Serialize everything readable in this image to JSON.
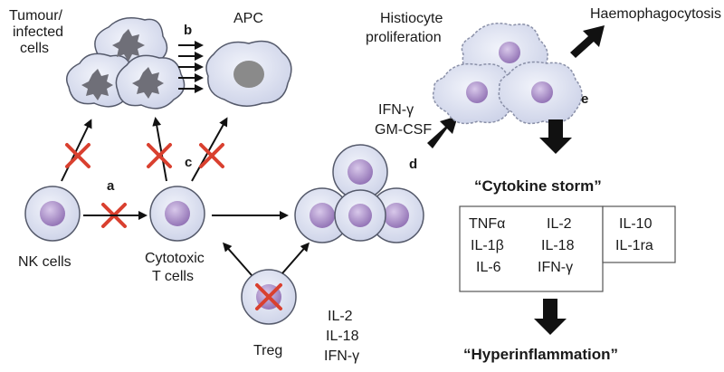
{
  "labels": {
    "tumour_line1": "Tumour/",
    "tumour_line2": "infected",
    "tumour_line3": "cells",
    "apc": "APC",
    "histiocyte_line1": "Histiocyte",
    "histiocyte_line2": "proliferation",
    "haemophagocytosis": "Haemophagocytosis",
    "nk_cells": "NK cells",
    "ctl_line1": "Cytotoxic",
    "ctl_line2": "T cells",
    "treg": "Treg",
    "ifn_gamma": "IFN-γ",
    "gm_csf": "GM-CSF",
    "cytokine_storm": "“Cytokine storm”",
    "hyperinflammation": "“Hyperinflammation”"
  },
  "step_letters": {
    "a": "a",
    "b": "b",
    "c": "c",
    "d": "d",
    "e": "e"
  },
  "treg_cytokines": [
    "IL-2",
    "IL-18",
    "IFN-γ"
  ],
  "cytokine_box": {
    "pro_col1": [
      "TNFα",
      "IL-1β",
      "IL-6"
    ],
    "pro_col2": [
      "IL-2",
      "IL-18",
      "IFN-γ"
    ],
    "anti": [
      "IL-10",
      "IL-1ra"
    ]
  },
  "colors": {
    "cell_fill": "#dfe3f2",
    "cell_stroke": "#555a6b",
    "nucleus": "#a98fc4",
    "apc_nucleus": "#8a8a8a",
    "blocked_x": "#d9402f",
    "arrow": "#111111"
  }
}
